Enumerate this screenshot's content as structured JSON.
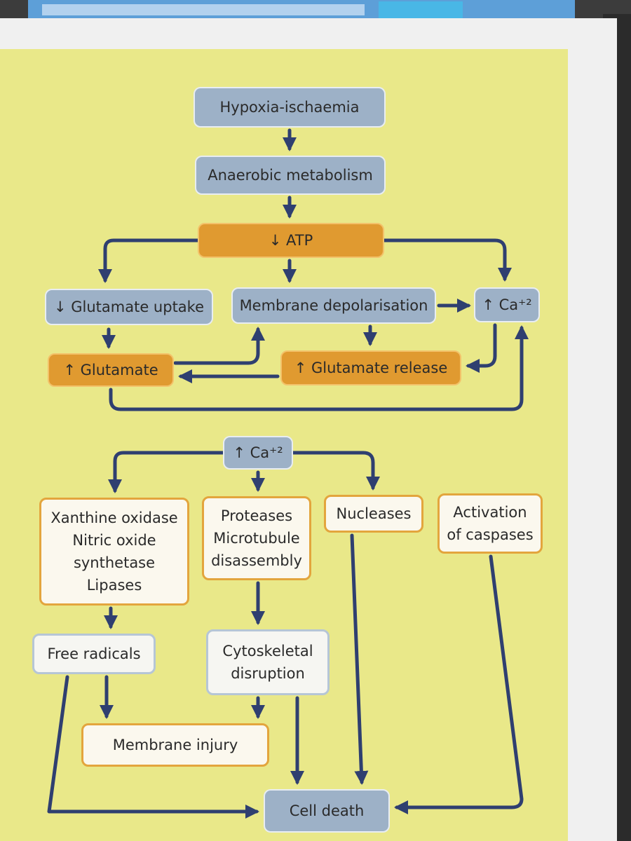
{
  "diagram": {
    "nodes": {
      "hypoxia": "Hypoxia-ischaemia",
      "anaerobic": "Anaerobic metabolism",
      "atp": "↓ ATP",
      "glut_uptake": "↓ Glutamate uptake",
      "membrane_depol": "Membrane depolarisation",
      "ca_top": "↑ Ca⁺²",
      "glutamate": "↑ Glutamate",
      "glut_release": "↑ Glutamate release",
      "ca_bottom": "↑ Ca⁺²",
      "xanthine": [
        "Xanthine oxidase",
        "Nitric oxide",
        "synthetase",
        "Lipases"
      ],
      "proteases": [
        "Proteases",
        "Microtubule",
        "disassembly"
      ],
      "nucleases": "Nucleases",
      "caspases": [
        "Activation",
        "of caspases"
      ],
      "free_radicals": "Free radicals",
      "cytoskeletal": [
        "Cytoskeletal",
        "disruption"
      ],
      "membrane_injury": "Membrane injury",
      "cell_death": "Cell death"
    },
    "colors": {
      "arrow": "#2f3f70",
      "blue_box": "#9db1c7",
      "orange_box": "#e09a30",
      "page": "#e9e889"
    }
  }
}
